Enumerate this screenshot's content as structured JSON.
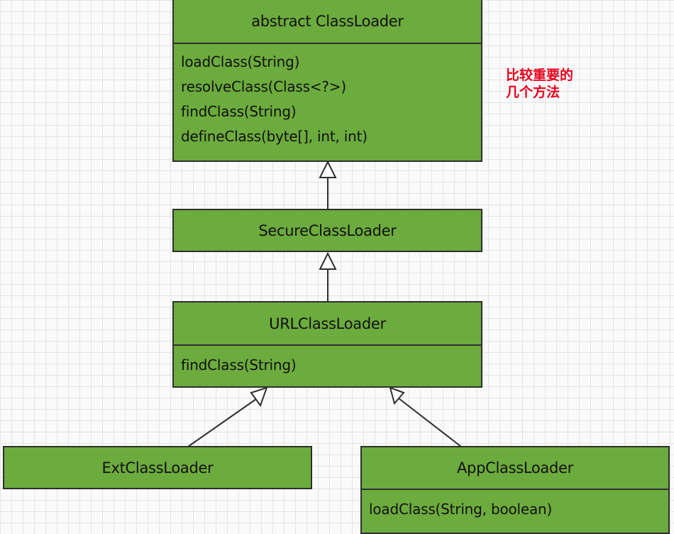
{
  "diagram": {
    "classes": [
      {
        "id": "classloader",
        "name": "abstract ClassLoader",
        "methods": [
          "loadClass(String)",
          "resolveClass(Class<?>)",
          "findClass(String)",
          "defineClass(byte[], int, int)"
        ]
      },
      {
        "id": "secure",
        "name": "SecureClassLoader",
        "methods": []
      },
      {
        "id": "url",
        "name": "URLClassLoader",
        "methods": [
          "findClass(String)"
        ]
      },
      {
        "id": "ext",
        "name": "ExtClassLoader",
        "methods": []
      },
      {
        "id": "app",
        "name": "AppClassLoader",
        "methods": [
          "loadClass(String, boolean)"
        ]
      }
    ],
    "inheritance": [
      {
        "child": "secure",
        "parent": "classloader"
      },
      {
        "child": "url",
        "parent": "secure"
      },
      {
        "child": "ext",
        "parent": "url"
      },
      {
        "child": "app",
        "parent": "url"
      }
    ],
    "note": "比较重要的\n几个方法"
  },
  "colors": {
    "box_fill": "#6cab3d",
    "border": "#2f2f2f",
    "note": "#e8001c"
  }
}
